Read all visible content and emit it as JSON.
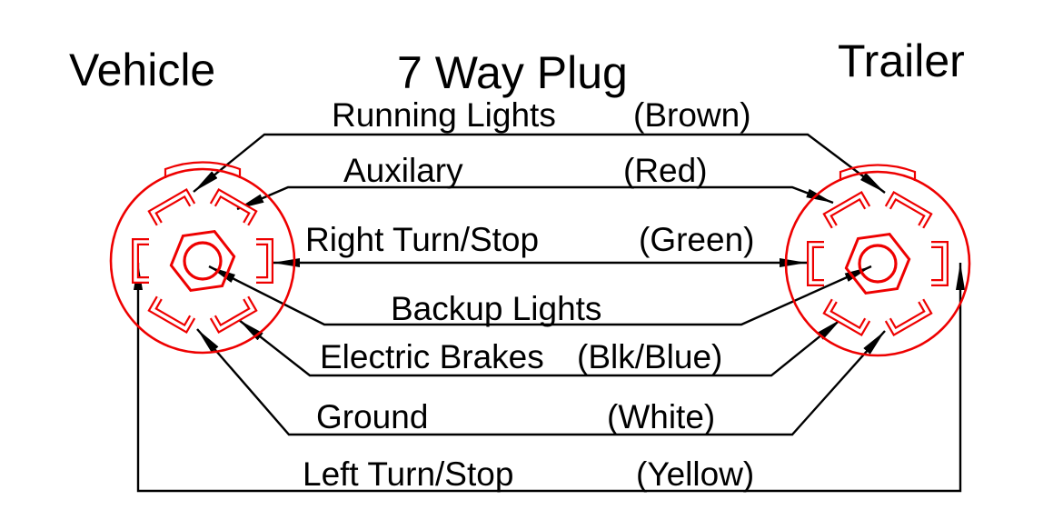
{
  "headings": {
    "left": "Vehicle",
    "title": "7 Way Plug",
    "right": "Trailer"
  },
  "wires": [
    {
      "name": "Running Lights",
      "color_label": "(Brown)",
      "wire_color": "Brown",
      "vehicle_pin": "top-left",
      "trailer_pin": "top-right"
    },
    {
      "name": "Auxilary",
      "color_label": "(Red)",
      "wire_color": "Red",
      "vehicle_pin": "top-right",
      "trailer_pin": "top-left"
    },
    {
      "name": "Right Turn/Stop",
      "color_label": "(Green)",
      "wire_color": "Green",
      "vehicle_pin": "right",
      "trailer_pin": "left"
    },
    {
      "name": "Backup Lights",
      "color_label": "",
      "wire_color": "",
      "vehicle_pin": "center",
      "trailer_pin": "center"
    },
    {
      "name": "Electric Brakes",
      "color_label": "(Blk/Blue)",
      "wire_color": "Black/Blue",
      "vehicle_pin": "bottom-right",
      "trailer_pin": "bottom-left"
    },
    {
      "name": "Ground",
      "color_label": "(White)",
      "wire_color": "White",
      "vehicle_pin": "bottom-left",
      "trailer_pin": "bottom-right"
    },
    {
      "name": "Left Turn/Stop",
      "color_label": "(Yellow)",
      "wire_color": "Yellow",
      "vehicle_pin": "left",
      "trailer_pin": "right"
    }
  ],
  "colors": {
    "plug_outline_red": "#ee0000",
    "wire_line_black": "#000000",
    "background": "#ffffff"
  }
}
